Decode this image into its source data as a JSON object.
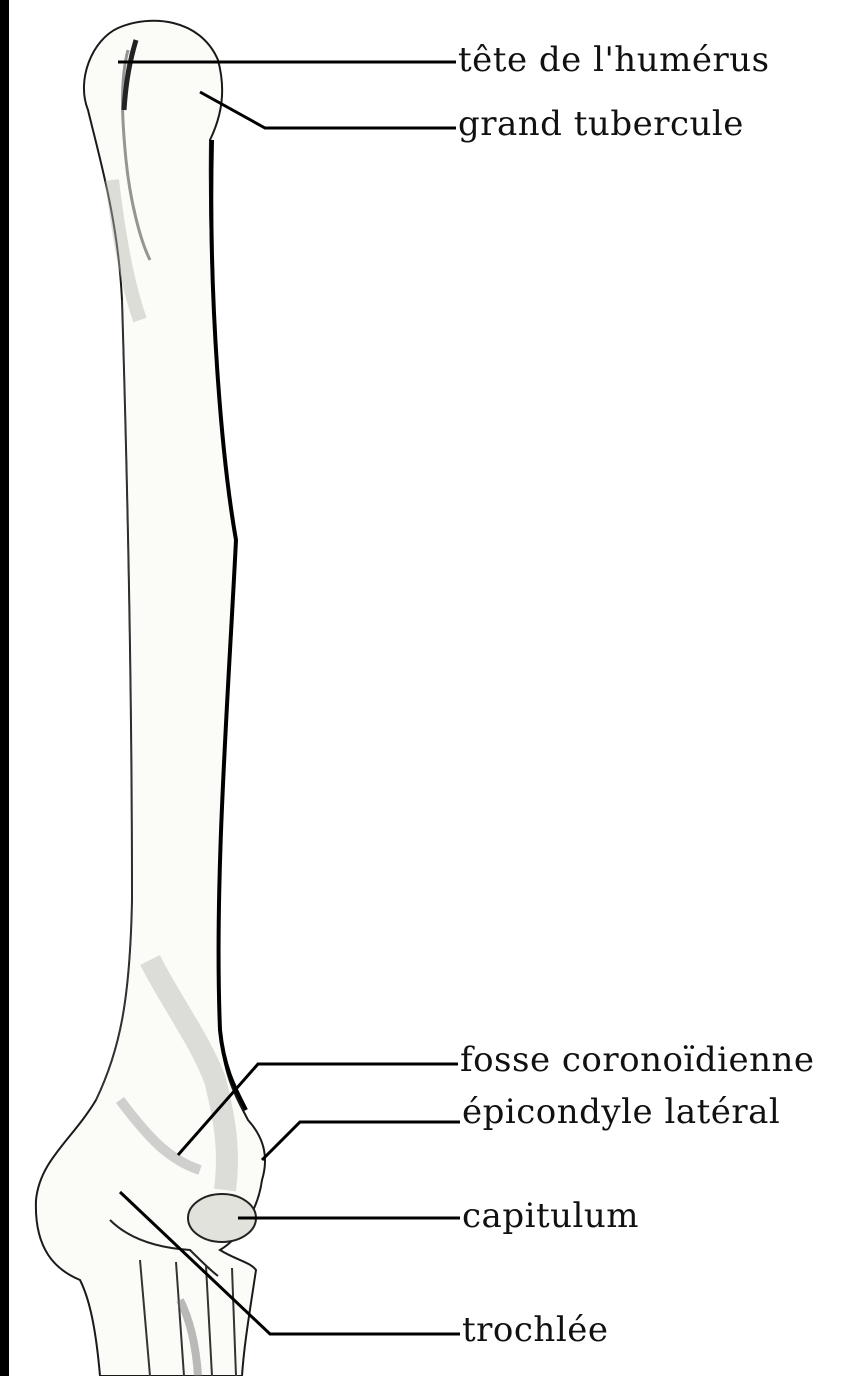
{
  "diagram": {
    "labels": {
      "head": "tête de l'humérus",
      "tubercle": "grand tubercule",
      "fossa": "fosse coronoïdienne",
      "epicondyle": "épicondyle latéral",
      "capitulum": "capitulum",
      "trochlea": "trochlée"
    },
    "colors": {
      "background": "#ffffff",
      "border": "#000000",
      "ink": "#111111",
      "bone_fill": "#fbfbf8",
      "shading": "#bdbdb8"
    }
  }
}
